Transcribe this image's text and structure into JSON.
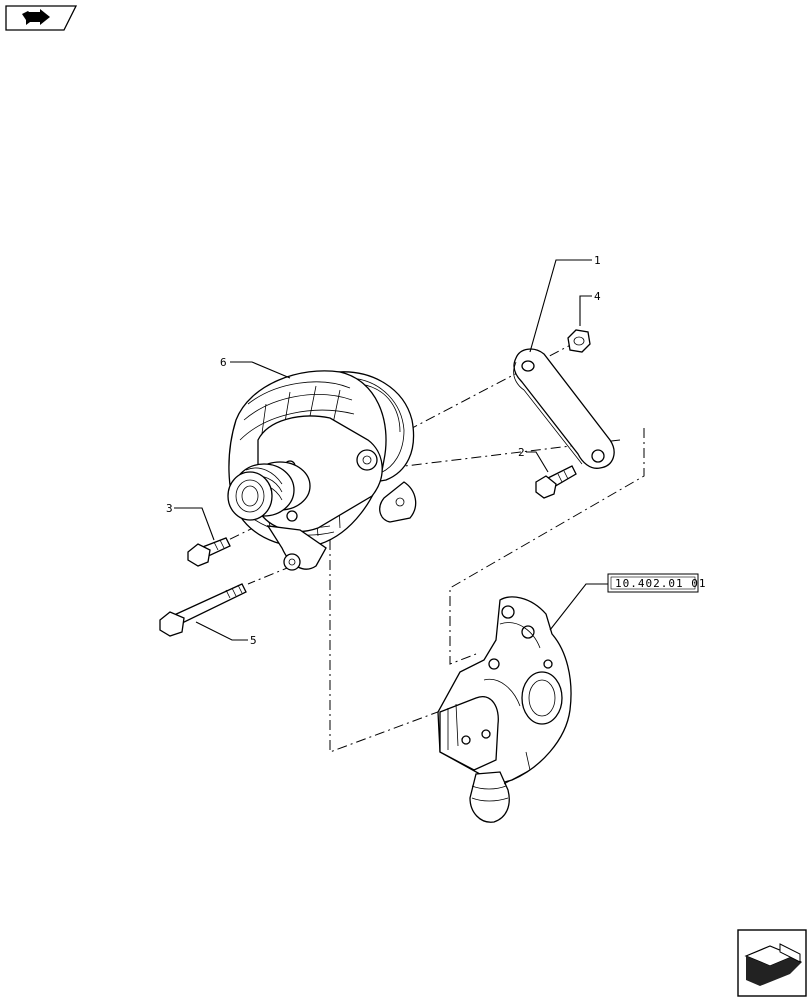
{
  "callouts": {
    "item_1": "1",
    "item_2": "2",
    "item_3": "3",
    "item_4": "4",
    "item_5": "5",
    "item_6": "6"
  },
  "reference_box": "10.402.01 01",
  "icons": {
    "top_left": "previous-page-arrow-icon",
    "bottom_right": "next-page-arrow-icon"
  }
}
